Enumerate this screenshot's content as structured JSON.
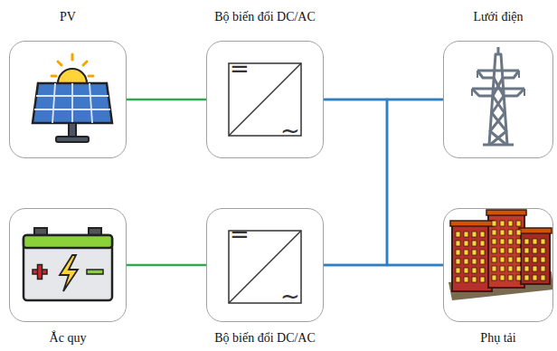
{
  "diagram": {
    "nodes": [
      {
        "text": [
          "PV"
        ]
      },
      {
        "text": [
          "Bộ biến đổi DC/AC",
          "=",
          "~"
        ]
      },
      {
        "text": [
          "Lưới điện"
        ]
      },
      {
        "text": [
          "Ắc quy"
        ]
      },
      {
        "text": [
          "Bộ biến đổi DC/AC",
          "=",
          "~"
        ]
      },
      {
        "text": [
          "Phụ tải"
        ]
      }
    ],
    "edges": [
      {
        "from": 0,
        "to": 1,
        "arrow": "none"
      },
      {
        "from": 3,
        "to": 4,
        "arrow": "none"
      },
      {
        "from": 1,
        "to": 2,
        "arrow": "none"
      },
      {
        "from": 1,
        "to": 5,
        "arrow": "none"
      },
      {
        "from": 4,
        "to": 2,
        "arrow": "none"
      },
      {
        "from": 4,
        "to": 5,
        "arrow": "none"
      }
    ]
  }
}
